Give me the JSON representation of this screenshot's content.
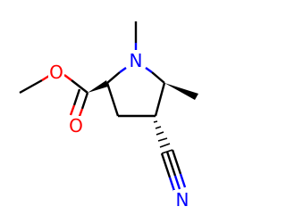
{
  "molecule": {
    "atoms": [
      {
        "id": "ester-oxygen-top",
        "symbol": "O",
        "color": "#ff0000"
      },
      {
        "id": "carbonyl-oxygen",
        "symbol": "O",
        "color": "#ff0000"
      },
      {
        "id": "ring-nitrogen",
        "symbol": "N",
        "color": "#0000ff"
      },
      {
        "id": "nitrile-nitrogen",
        "symbol": "N",
        "color": "#0000ff"
      }
    ],
    "bond_colors": {
      "default": "#000000",
      "oxygen": "#ff0000",
      "nitrogen": "#0000ff"
    }
  }
}
